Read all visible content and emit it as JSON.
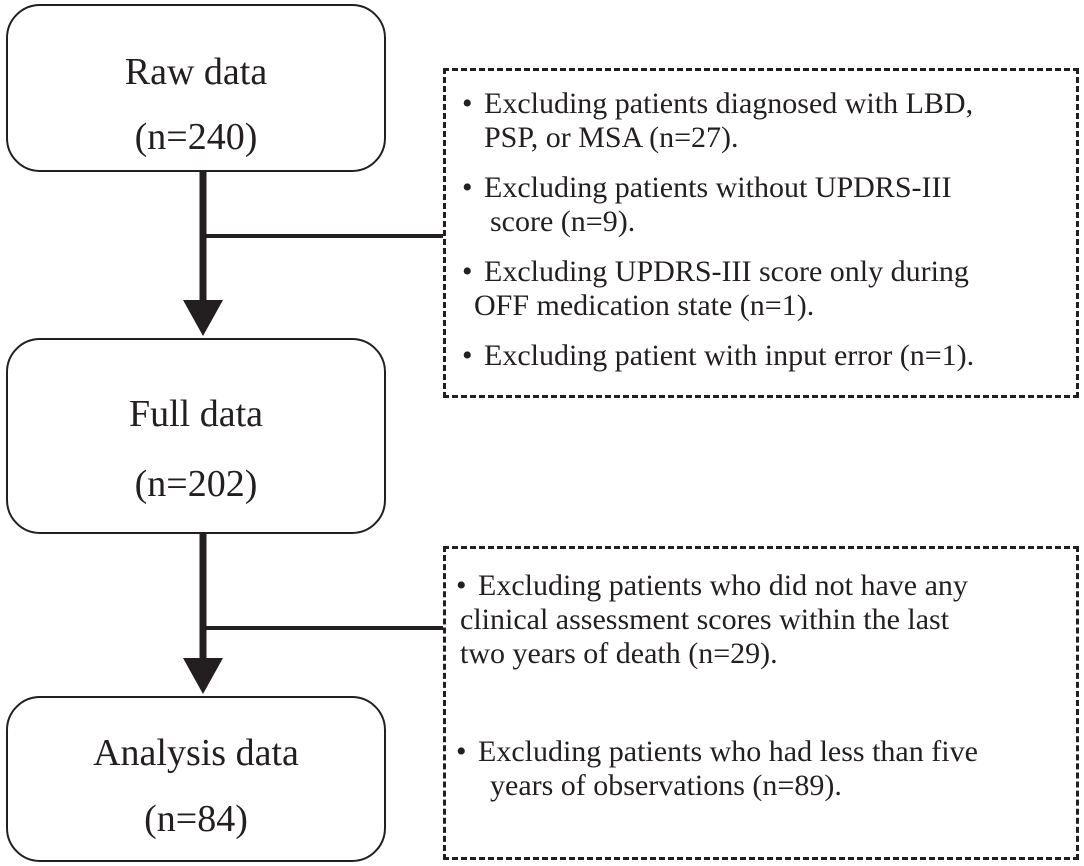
{
  "boxes": {
    "raw": {
      "title": "Raw data",
      "count": "(n=240)"
    },
    "full": {
      "title": "Full data",
      "count": "(n=202)"
    },
    "analysis": {
      "title": "Analysis data",
      "count": "(n=84)"
    }
  },
  "exclusions_1": [
    {
      "line1": "Excluding patients diagnosed with LBD,",
      "line2": "PSP, or MSA (n=27)."
    },
    {
      "line1": "Excluding patients without UPDRS-III",
      "line2": "score (n=9)."
    },
    {
      "line1": "Excluding UPDRS-III score only during",
      "line2": "OFF medication state (n=1)."
    },
    {
      "line1": "Excluding patient with input error (n=1).",
      "line2": ""
    }
  ],
  "exclusions_2": [
    {
      "line1": "Excluding patients who did not have any",
      "line2": "clinical assessment scores within the last",
      "line3": "two years of death (n=29)."
    },
    {
      "line1": "Excluding patients who had less than five",
      "line2": "years of observations (n=89)."
    }
  ],
  "colors": {
    "stroke": "#231f20",
    "background": "#ffffff"
  }
}
